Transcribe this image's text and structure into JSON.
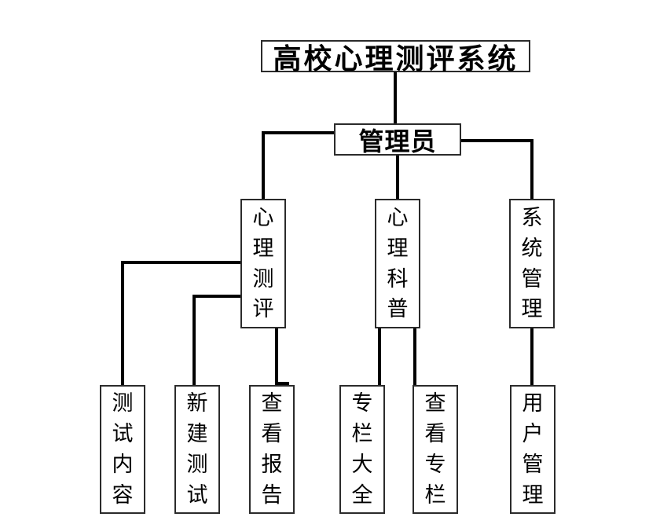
{
  "diagram": {
    "title": "高校心理测评系统",
    "admin": "管理员",
    "modules": [
      {
        "label": "心理测评"
      },
      {
        "label": "心理科普"
      },
      {
        "label": "系统管理"
      }
    ],
    "functions": [
      {
        "label": "测试内容"
      },
      {
        "label": "新建测试"
      },
      {
        "label": "查看报告"
      },
      {
        "label": "专栏大全"
      },
      {
        "label": "查看专栏"
      },
      {
        "label": "用户管理"
      }
    ],
    "hierarchy": {
      "高校心理测评系统": [
        "管理员"
      ],
      "管理员": [
        "心理测评",
        "心理科普",
        "系统管理"
      ],
      "心理测评": [
        "测试内容",
        "新建测试",
        "查看报告"
      ],
      "心理科普": [
        "专栏大全",
        "查看专栏"
      ],
      "系统管理": [
        "用户管理"
      ]
    },
    "colors": {
      "background": "#ffffff",
      "box_fill": "#ffffff",
      "box_border": "#2b2b2b",
      "connector": "#000000",
      "text": "#000000"
    }
  }
}
